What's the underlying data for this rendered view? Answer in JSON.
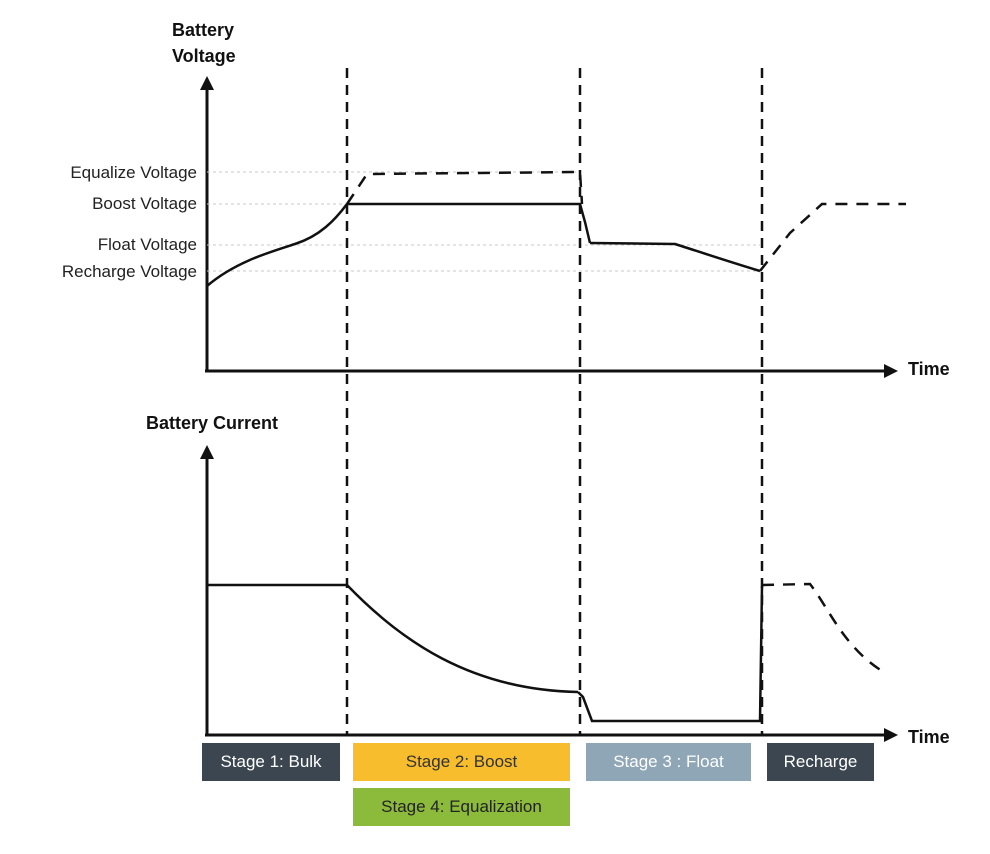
{
  "voltage_chart": {
    "title_line1": "Battery",
    "title_line2": "Voltage",
    "x_axis_label": "Time",
    "levels": [
      {
        "key": "equalize",
        "label": "Equalize Voltage"
      },
      {
        "key": "boost",
        "label": "Boost Voltage"
      },
      {
        "key": "float",
        "label": "Float Voltage"
      },
      {
        "key": "recharge",
        "label": "Recharge Voltage"
      }
    ]
  },
  "current_chart": {
    "title": "Battery Current",
    "x_axis_label": "Time"
  },
  "stages": [
    {
      "key": "bulk",
      "label": "Stage 1: Bulk",
      "bg": "#3b4650",
      "fg": "#ffffff"
    },
    {
      "key": "boost",
      "label": "Stage 2: Boost",
      "bg": "#f7bd2c",
      "fg": "#333333"
    },
    {
      "key": "float",
      "label": "Stage 3 : Float",
      "bg": "#8fa6b6",
      "fg": "#ffffff"
    },
    {
      "key": "recharge",
      "label": "Recharge",
      "bg": "#3b4650",
      "fg": "#ffffff"
    },
    {
      "key": "equalization",
      "label": "Stage 4: Equalization",
      "bg": "#8cbb3c",
      "fg": "#222222"
    }
  ],
  "colors": {
    "line": "#111111",
    "guide": "#c8c8c8"
  }
}
